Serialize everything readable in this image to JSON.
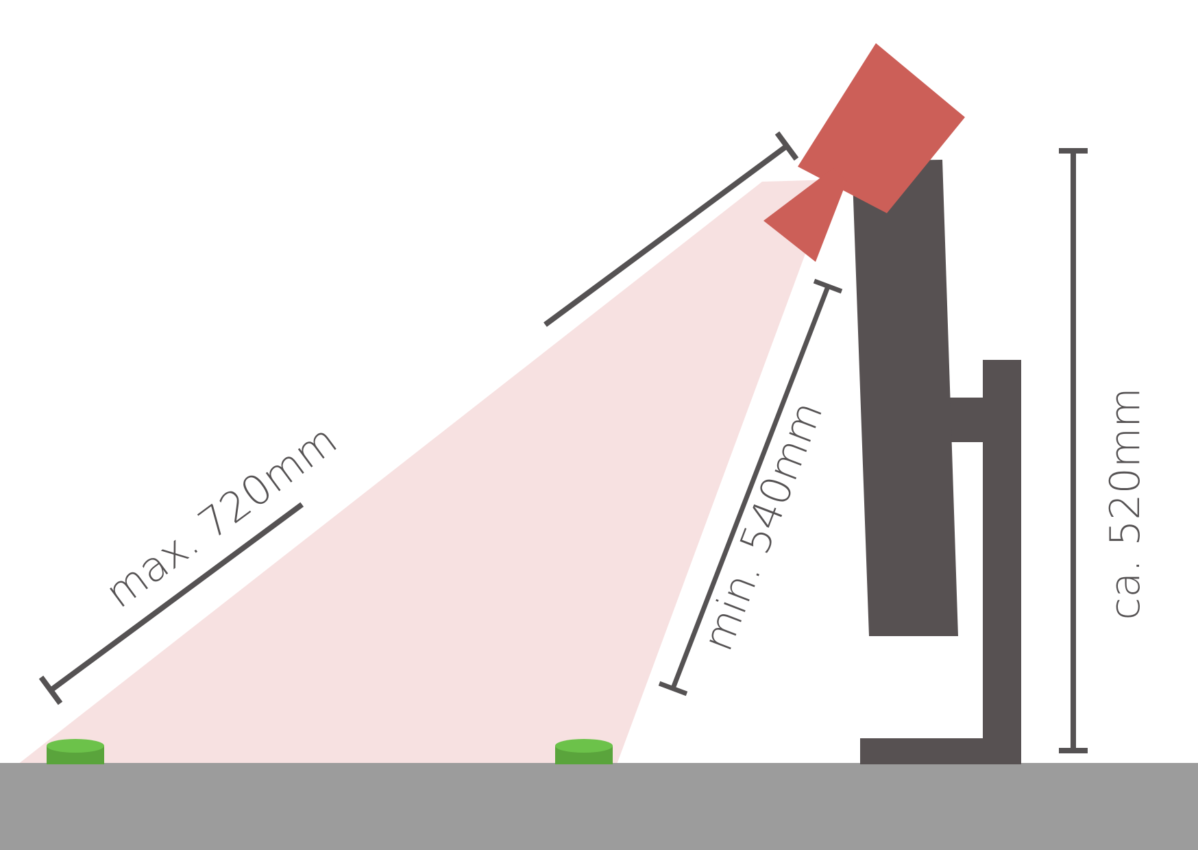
{
  "labels": {
    "max_distance": "max. 720mm",
    "min_distance": "min. 540mm",
    "height": "ca. 520mm"
  },
  "colors": {
    "background": "#ffffff",
    "floor": "#9c9c9c",
    "stand": "#575152",
    "camera": "#cc5f58",
    "beam": "#f7e1e1",
    "dimension": "#555253",
    "marker_side": "#5aa43c",
    "marker_top": "#6cc24a"
  },
  "markers": [
    {
      "name": "marker-left"
    },
    {
      "name": "marker-right"
    }
  ]
}
